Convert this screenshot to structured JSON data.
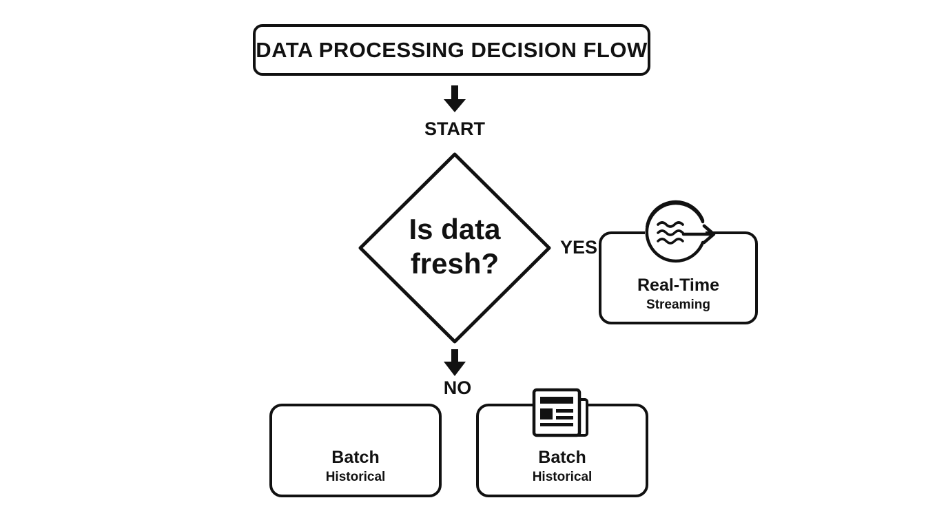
{
  "title": "DATA PROCESSING DECISION FLOW",
  "start_label": "START",
  "decision": {
    "line1": "Is data",
    "line2": "fresh?"
  },
  "yes_label": "YES",
  "no_label": "NO",
  "stream_node": {
    "title": "Real-Time",
    "subtitle": "Streaming",
    "icon": "streaming-waves-arrow-icon"
  },
  "batch_nodes": [
    {
      "title": "Batch",
      "subtitle": "Historical"
    },
    {
      "title": "Batch",
      "subtitle": "Historical",
      "icon": "newspaper-icon"
    }
  ]
}
